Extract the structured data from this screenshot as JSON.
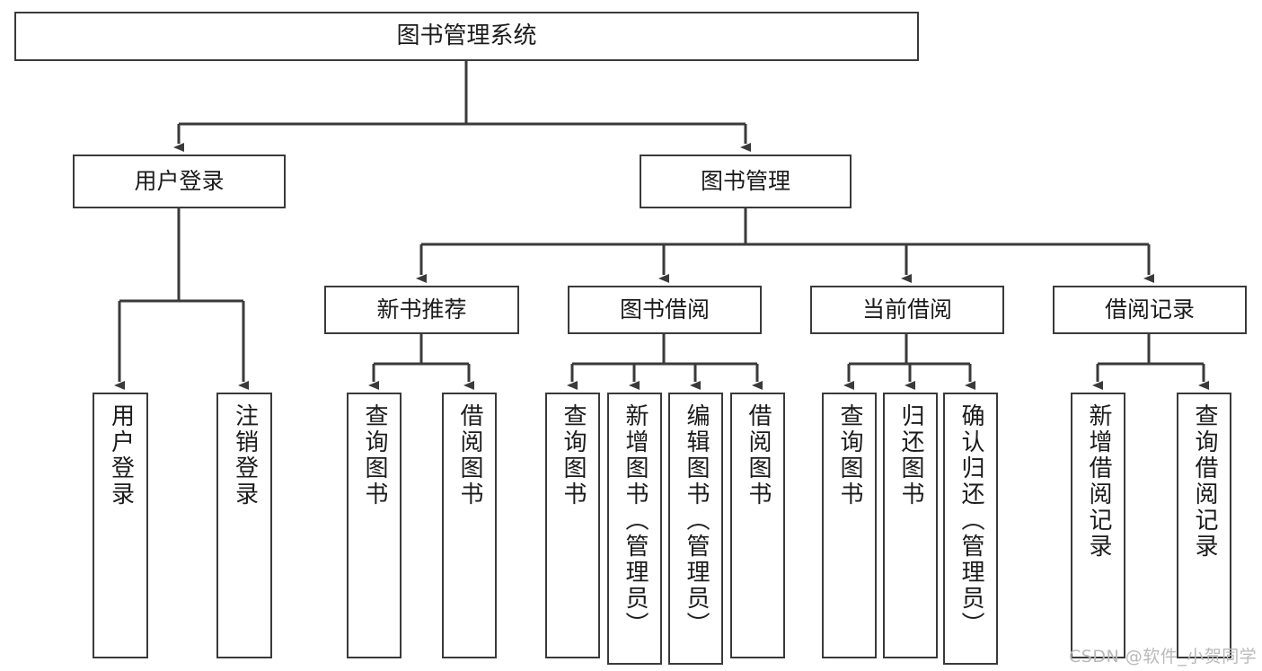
{
  "diagram": {
    "title": "图书管理系统",
    "watermark": "CSDN @软件_小贺同学",
    "line_color": "#3a3a3a",
    "box_fill": "#ffffff",
    "text_color": "#1b1b1b",
    "watermark_color": "#b9b9b9",
    "nodes": {
      "root": "图书管理系统",
      "user_login": "用户登录",
      "book_manage": "图书管理",
      "new_book_rec": "新书推荐",
      "book_borrow": "图书借阅",
      "current_borrow": "当前借阅",
      "borrow_record": "借阅记录",
      "leaf_user_login": "用户登录",
      "leaf_logout_login": "注销登录",
      "leaf_query_book_1": "查询图书",
      "leaf_borrow_book_1": "借阅图书",
      "leaf_query_book_2": "查询图书",
      "leaf_add_book_admin": "新增图书（管理员）",
      "leaf_edit_book_admin": "编辑图书（管理员）",
      "leaf_borrow_book_2": "借阅图书",
      "leaf_query_book_3": "查询图书",
      "leaf_return_book": "归还图书",
      "leaf_confirm_return_admin": "确认归还（管理员）",
      "leaf_add_record": "新增借阅记录",
      "leaf_query_record": "查询借阅记录"
    }
  }
}
